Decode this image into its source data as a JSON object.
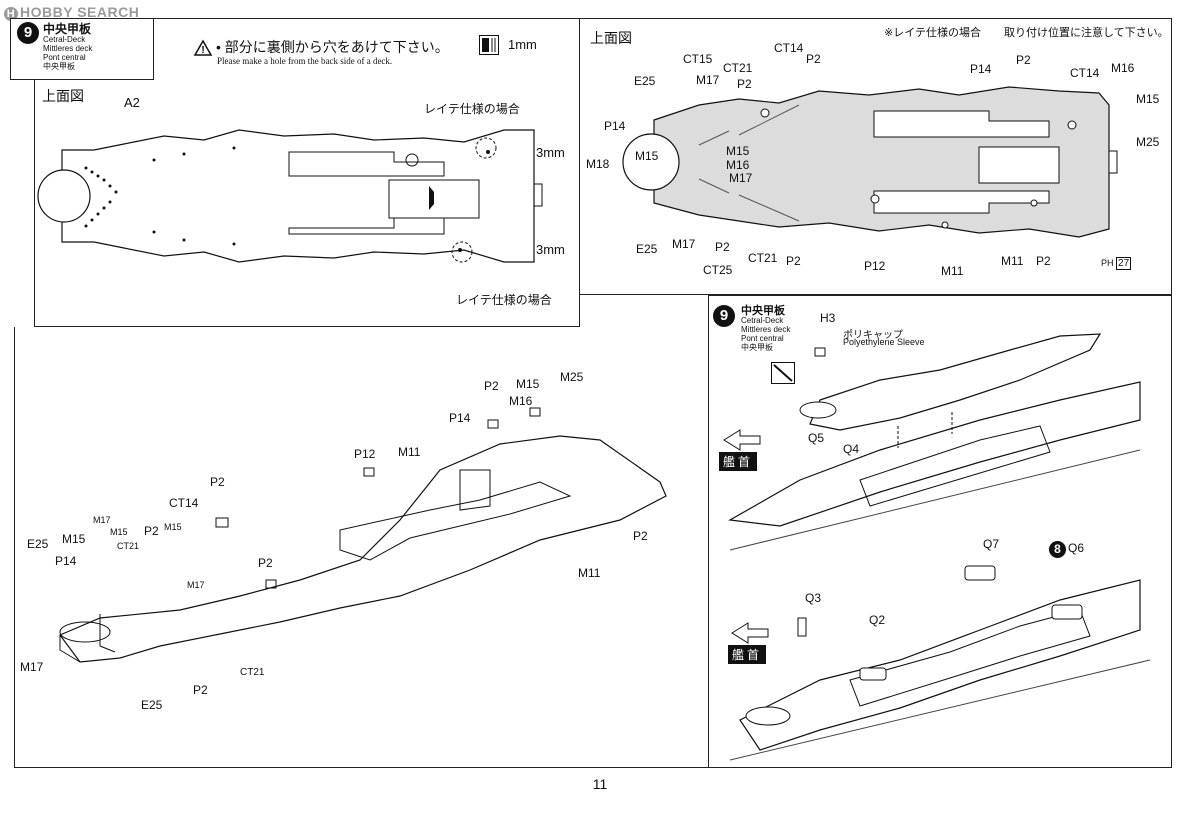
{
  "watermark": "HOBBY SEARCH",
  "step": {
    "number": "9",
    "title_jp": "中央甲板",
    "title_de": "Cetral-Deck",
    "title_fr": "Mittleres deck",
    "title_it": "Pont central",
    "title_cn": "中央甲板"
  },
  "notice": {
    "jp": "• 部分に裏側から穴をあけて下さい。",
    "en": "Please make a hole from the back side of a deck.",
    "drill_size": "1mm"
  },
  "top_view_left": {
    "title": "上面図",
    "part": "A2",
    "leyte_case_top": "レイテ仕様の場合",
    "leyte_case_bottom": "レイテ仕様の場合",
    "dim_top": "3mm",
    "dim_bottom": "3mm"
  },
  "top_view_right": {
    "title": "上面図",
    "note_leyte": "※レイテ仕様の場合",
    "note_position": "取り付け位置に注意して下さい。",
    "labels": {
      "ct15": "CT15",
      "ct14": "CT14",
      "e25_top": "E25",
      "m17_top": "M17",
      "ct21_top": "CT21",
      "p2_a": "P2",
      "p2_b": "P2",
      "p14_left": "P14",
      "m15_left": "M15",
      "m18": "M18",
      "m15_mid": "M15",
      "m16_mid": "M16",
      "m17_mid": "M17",
      "e25_bottom": "E25",
      "m17_bottom": "M17",
      "p2_c": "P2",
      "ct25": "CT25",
      "ct21_bottom": "CT21",
      "p2_d": "P2",
      "p12": "P12",
      "m11_a": "M11",
      "m11_b": "M11",
      "p2_e": "P2",
      "p14_right": "P14",
      "p2_top_right": "P2",
      "ct14_right": "CT14",
      "m16_right": "M16",
      "m15_right": "M15",
      "m25": "M25",
      "ph_ref": "PH",
      "ph_num": "27"
    }
  },
  "assembly_left": {
    "labels": {
      "p2_a": "P2",
      "m15_a": "M15",
      "m25": "M25",
      "m16": "M16",
      "p14_a": "P14",
      "p12": "P12",
      "m11_a": "M11",
      "p2_b": "P2",
      "ct14": "CT14",
      "m17_a": "M17",
      "m15_b": "M15",
      "ct21_a": "CT21",
      "p2_c": "P2",
      "m15_c": "M15",
      "e25_a": "E25",
      "m15_d": "M15",
      "p14_b": "P14",
      "m17_b": "M17",
      "p2_d": "P2",
      "p2_e": "P2",
      "m11_b": "M11",
      "m17_c": "M17",
      "ct21_b": "CT21",
      "p2_f": "P2",
      "e25_b": "E25"
    }
  },
  "right_panel": {
    "step_number": "9",
    "title_jp": "中央甲板",
    "title_de": "Cetral-Deck",
    "title_fr": "Mittleres deck",
    "title_it": "Pont central",
    "title_cn": "中央甲板",
    "h3": "H3",
    "poly_jp": "ポリキャップ",
    "poly_en": "Polyethylene Sleeve",
    "bow_1": "艦首",
    "bow_2": "艦首",
    "q5": "Q5",
    "q4": "Q4",
    "q7": "Q7",
    "step8": "8",
    "q6": "Q6",
    "q3": "Q3",
    "q2": "Q2"
  },
  "page_number": "11"
}
